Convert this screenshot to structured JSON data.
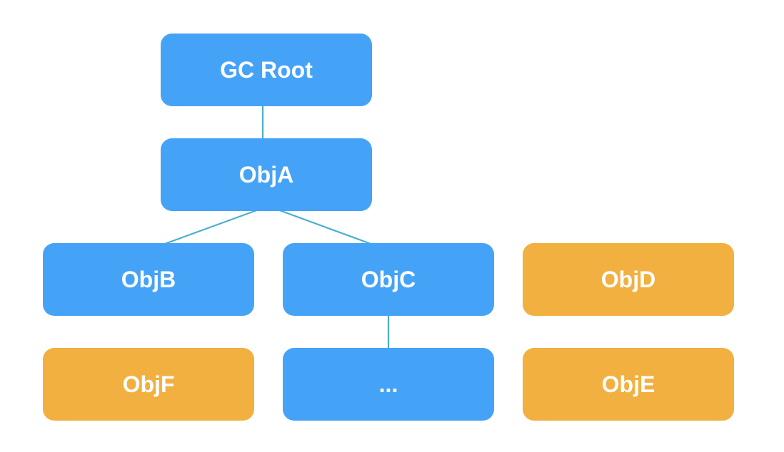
{
  "colors": {
    "reachable": "#45a3f7",
    "unreachable": "#f2b040",
    "connector": "#4aaed0"
  },
  "nodes": {
    "gc_root": {
      "label": "GC Root",
      "status": "reachable"
    },
    "obj_a": {
      "label": "ObjA",
      "status": "reachable"
    },
    "obj_b": {
      "label": "ObjB",
      "status": "reachable"
    },
    "obj_c": {
      "label": "ObjC",
      "status": "reachable"
    },
    "obj_d": {
      "label": "ObjD",
      "status": "unreachable"
    },
    "obj_f": {
      "label": "ObjF",
      "status": "unreachable"
    },
    "obj_more": {
      "label": "...",
      "status": "reachable"
    },
    "obj_e": {
      "label": "ObjE",
      "status": "unreachable"
    }
  },
  "edges": [
    {
      "from": "gc_root",
      "to": "obj_a"
    },
    {
      "from": "obj_a",
      "to": "obj_b"
    },
    {
      "from": "obj_a",
      "to": "obj_c"
    },
    {
      "from": "obj_c",
      "to": "obj_more"
    }
  ]
}
